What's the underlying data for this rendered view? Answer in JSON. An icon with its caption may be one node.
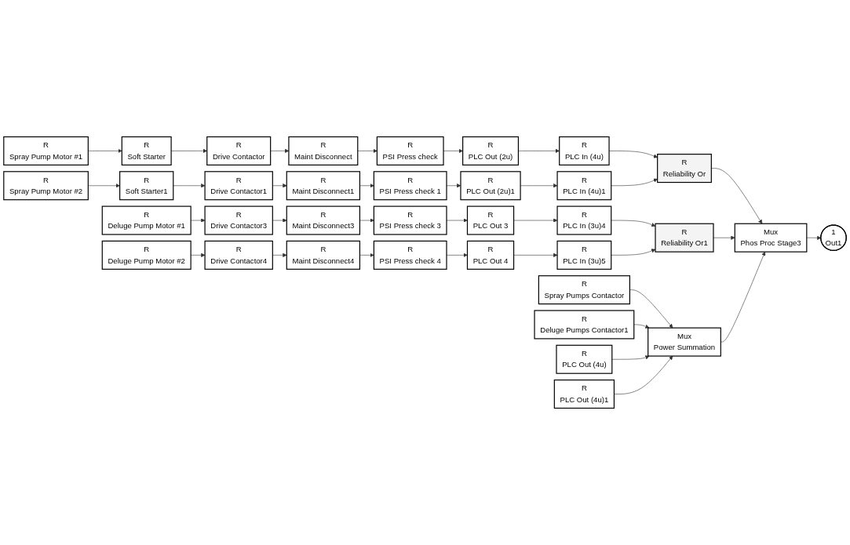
{
  "diagram": {
    "nodes": [
      {
        "text": [
          "R",
          "Spray Pump Motor #1"
        ]
      },
      {
        "text": [
          "R",
          "Soft Starter"
        ]
      },
      {
        "text": [
          "R",
          "Drive Contactor"
        ]
      },
      {
        "text": [
          "R",
          "Maint Disconnect"
        ]
      },
      {
        "text": [
          "R",
          "PSI Press check"
        ]
      },
      {
        "text": [
          "R",
          "PLC Out (2u)"
        ]
      },
      {
        "text": [
          "R",
          "PLC In (4u)"
        ]
      },
      {
        "text": [
          "R",
          "Reliability Or"
        ]
      },
      {
        "text": [
          "R",
          "Spray Pump Motor #2"
        ]
      },
      {
        "text": [
          "R",
          "Soft Starter1"
        ]
      },
      {
        "text": [
          "R",
          "Drive Contactor1"
        ]
      },
      {
        "text": [
          "R",
          "Maint Disconnect1"
        ]
      },
      {
        "text": [
          "R",
          "PSI Press check 1"
        ]
      },
      {
        "text": [
          "R",
          "PLC Out (2u)1"
        ]
      },
      {
        "text": [
          "R",
          "PLC In (4u)1"
        ]
      },
      {
        "text": [
          "R",
          "Deluge Pump Motor #1"
        ]
      },
      {
        "text": [
          "R",
          "Drive Contactor3"
        ]
      },
      {
        "text": [
          "R",
          "Maint Disconnect3"
        ]
      },
      {
        "text": [
          "R",
          "PSI Press check 3"
        ]
      },
      {
        "text": [
          "R",
          "PLC Out 3"
        ]
      },
      {
        "text": [
          "R",
          "PLC In (3u)4"
        ]
      },
      {
        "text": [
          "R",
          "Reliability Or1"
        ]
      },
      {
        "text": [
          "Mux",
          "Phos Proc Stage3"
        ]
      },
      {
        "text": [
          "1",
          "Out1"
        ]
      },
      {
        "text": [
          "R",
          "Deluge Pump Motor #2"
        ]
      },
      {
        "text": [
          "R",
          "Drive Contactor4"
        ]
      },
      {
        "text": [
          "R",
          "Maint Disconnect4"
        ]
      },
      {
        "text": [
          "R",
          "PSI Press check 4"
        ]
      },
      {
        "text": [
          "R",
          "PLC Out 4"
        ]
      },
      {
        "text": [
          "R",
          "PLC In (3u)5"
        ]
      },
      {
        "text": [
          "R",
          "Spray Pumps Contactor"
        ]
      },
      {
        "text": [
          "R",
          "Deluge Pumps Contactor1"
        ]
      },
      {
        "text": [
          "R",
          "PLC Out (4u)"
        ]
      },
      {
        "text": [
          "R",
          "PLC Out (4u)1"
        ]
      },
      {
        "text": [
          "Mux",
          "Power Summation"
        ]
      }
    ],
    "edges": [
      {
        "from": 0,
        "to": 1,
        "arrow": "to"
      },
      {
        "from": 1,
        "to": 2,
        "arrow": "to"
      },
      {
        "from": 2,
        "to": 3,
        "arrow": "to"
      },
      {
        "from": 3,
        "to": 4,
        "arrow": "to"
      },
      {
        "from": 4,
        "to": 5,
        "arrow": "to"
      },
      {
        "from": 5,
        "to": 6,
        "arrow": "to"
      },
      {
        "from": 6,
        "to": 7,
        "arrow": "to"
      },
      {
        "from": 8,
        "to": 9,
        "arrow": "to"
      },
      {
        "from": 9,
        "to": 10,
        "arrow": "to"
      },
      {
        "from": 10,
        "to": 11,
        "arrow": "to"
      },
      {
        "from": 11,
        "to": 12,
        "arrow": "to"
      },
      {
        "from": 12,
        "to": 13,
        "arrow": "to"
      },
      {
        "from": 13,
        "to": 14,
        "arrow": "to"
      },
      {
        "from": 14,
        "to": 7,
        "arrow": "to"
      },
      {
        "from": 15,
        "to": 16,
        "arrow": "to"
      },
      {
        "from": 16,
        "to": 17,
        "arrow": "to"
      },
      {
        "from": 17,
        "to": 18,
        "arrow": "to"
      },
      {
        "from": 18,
        "to": 19,
        "arrow": "to"
      },
      {
        "from": 19,
        "to": 20,
        "arrow": "to"
      },
      {
        "from": 20,
        "to": 21,
        "arrow": "to"
      },
      {
        "from": 7,
        "to": 22,
        "arrow": "to"
      },
      {
        "from": 21,
        "to": 22,
        "arrow": "to"
      },
      {
        "from": 22,
        "to": 23,
        "arrow": "to"
      },
      {
        "from": 24,
        "to": 25,
        "arrow": "to"
      },
      {
        "from": 25,
        "to": 26,
        "arrow": "to"
      },
      {
        "from": 26,
        "to": 27,
        "arrow": "to"
      },
      {
        "from": 27,
        "to": 28,
        "arrow": "to"
      },
      {
        "from": 28,
        "to": 29,
        "arrow": "to"
      },
      {
        "from": 29,
        "to": 21,
        "arrow": "to"
      },
      {
        "from": 34,
        "to": 22,
        "arrow": "to"
      },
      {
        "from": 30,
        "to": 34,
        "arrow": "to"
      },
      {
        "from": 31,
        "to": 34,
        "arrow": "to"
      },
      {
        "from": 32,
        "to": 34,
        "arrow": "to"
      },
      {
        "from": 33,
        "to": 34,
        "arrow": "to"
      }
    ]
  }
}
